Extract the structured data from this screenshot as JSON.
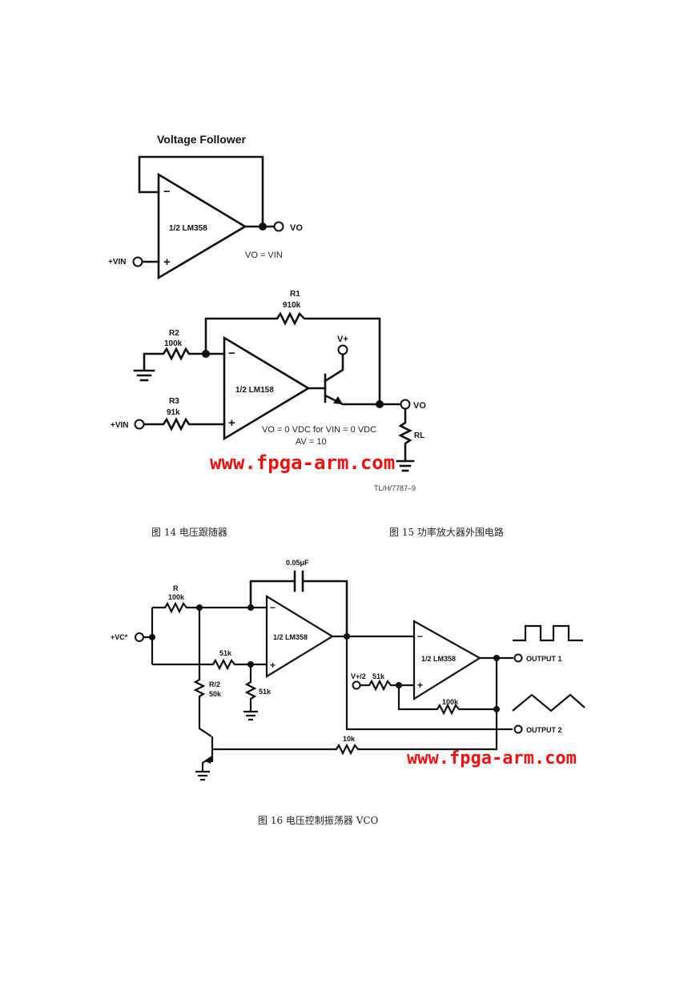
{
  "figure14": {
    "title": "Voltage Follower",
    "opamp": "1/2 LM358",
    "input": "+VIN",
    "output": "VO",
    "equation": "VO = VIN",
    "caption": "图 14  电压跟随器"
  },
  "figure15": {
    "r1_name": "R1",
    "r1_value": "910k",
    "r2_name": "R2",
    "r2_value": "100k",
    "r3_name": "R3",
    "r3_value": "91k",
    "opamp": "1/2 LM158",
    "supply": "V+",
    "input": "+VIN",
    "output": "VO",
    "load": "RL",
    "eq1": "VO = 0 VDC for VIN = 0 VDC",
    "eq2": "AV = 10",
    "code": "TL/H/7787–9",
    "watermark": "www.fpga-arm.com",
    "caption": "图 15  功率放大器外围电路"
  },
  "figure16": {
    "capacitor": "0.05μF",
    "r_name": "R",
    "r_value": "100k",
    "input": "+VC*",
    "r51a": "51k",
    "r51b": "51k",
    "r2_name": "R/2",
    "r2_value": "50k",
    "opamp1": "1/2 LM358",
    "opamp2": "1/2 LM358",
    "vplus_half": "V+/2",
    "r51c": "51k",
    "r100k": "100k",
    "r10k": "10k",
    "output1": "OUTPUT 1",
    "output2": "OUTPUT 2",
    "watermark": "www.fpga-arm.com",
    "caption": "图 16  电压控制振荡器 VCO"
  }
}
